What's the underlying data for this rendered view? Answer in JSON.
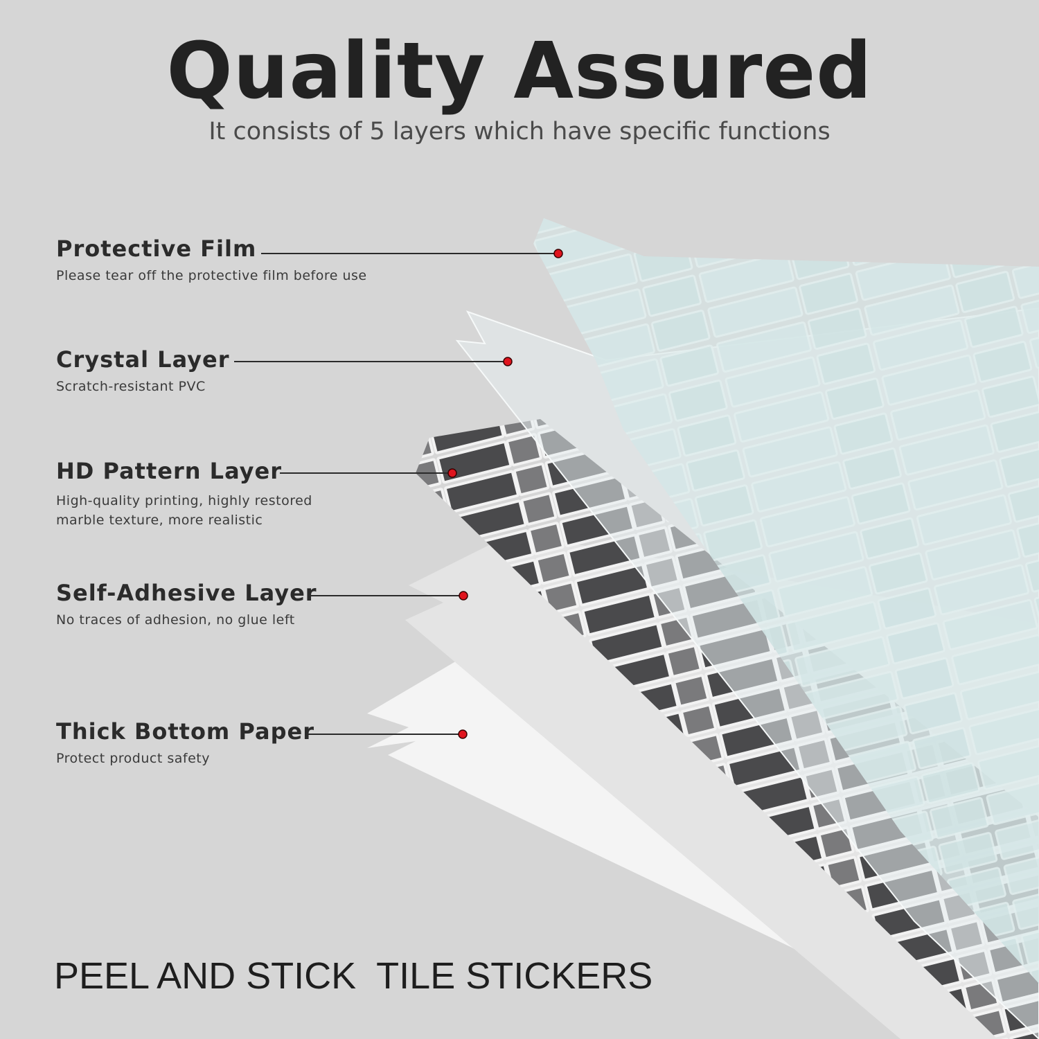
{
  "header": {
    "title": "Quality Assured",
    "subtitle": "It consists of 5 layers which have specific functions"
  },
  "layers": [
    {
      "name": "Protective Film",
      "desc": "Please tear off the protective film before use"
    },
    {
      "name": "Crystal Layer",
      "desc": "Scratch-resistant PVC"
    },
    {
      "name": "HD Pattern Layer",
      "desc": "High-quality printing, highly restored",
      "desc2": "marble texture, more realistic"
    },
    {
      "name": "Self-Adhesive Layer",
      "desc": "No traces of adhesion, no glue left"
    },
    {
      "name": "Thick Bottom Paper",
      "desc": "Protect product safety"
    }
  ],
  "footer": {
    "text": "PEEL AND STICK  TILE STICKERS"
  },
  "colors": {
    "background": "#d6d6d6",
    "marker": "#e0141e",
    "film": "#cfe4e4"
  }
}
